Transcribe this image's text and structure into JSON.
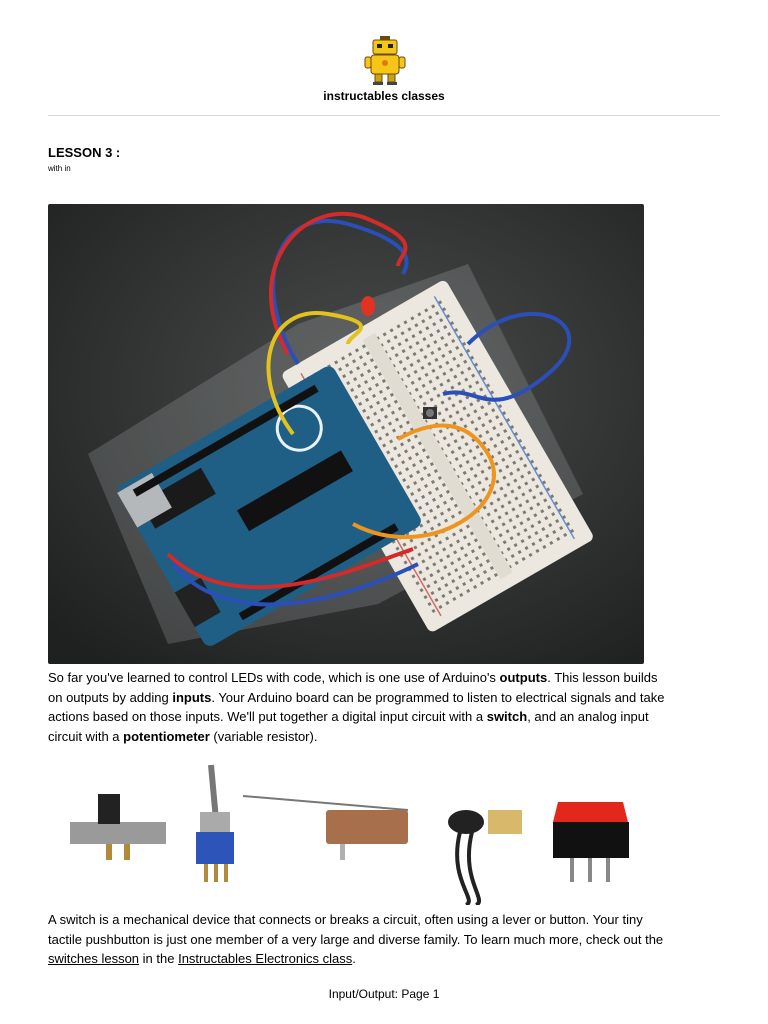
{
  "header": {
    "brand": "instructables classes",
    "logo_icon": "instructables-robot-icon"
  },
  "lesson": {
    "title": "LESSON 3 :",
    "subtitle": "with in"
  },
  "hero_image": {
    "icon": "arduino-breadboard-photo"
  },
  "intro": {
    "t1": "So far you've learned to control LEDs with code, which is one use of Arduino's ",
    "b1": "outputs",
    "t2": ". This lesson builds on outputs by adding ",
    "b2": "inputs",
    "t3": ". Your Arduino board can be programmed to listen to electrical signals and take actions based on those inputs. We'll put together a digital input circuit with a ",
    "b3": "switch",
    "t4": ", and an analog input circuit with a ",
    "b4": "potentiometer",
    "t5": " (variable resistor)."
  },
  "switch_images": {
    "icons": [
      "slide-switch-icon",
      "toggle-switch-icon",
      "micro-switch-icon",
      "pull-chain-switch-icon",
      "rocker-switch-icon"
    ]
  },
  "switch_text": {
    "t1": "A switch is a mechanical device that connects or breaks a circuit, often using a lever or button. Your tiny tactile pushbutton is just one member of a very large and diverse family. To learn much more, check out the ",
    "link1": "switches lesson",
    "t2": " in the ",
    "link2": "Instructables Electronics class",
    "t3": "."
  },
  "footer": {
    "page_label": "Input/Output: Page 1"
  },
  "colors": {
    "photo_background": "#2f3131",
    "breadboard": "#ece8df",
    "arduino_board": "#1f5f86",
    "rule": "#d8d8d8"
  }
}
